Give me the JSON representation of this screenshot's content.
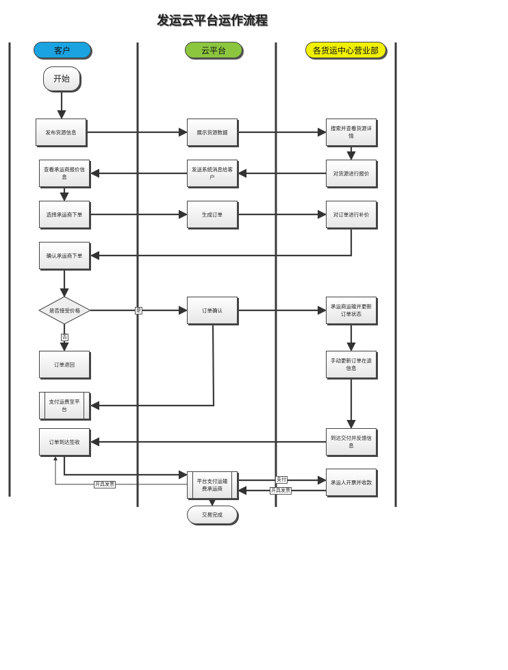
{
  "title": "发运云平台运作流程",
  "lanes": [
    {
      "label": "客户",
      "color": "#1aa3e0"
    },
    {
      "label": "云平台",
      "color": "#8cc63f"
    },
    {
      "label": "各货运中心营业部",
      "color": "#f0f000"
    }
  ],
  "nodes": {
    "start": "开始",
    "publish": "发布货源信息",
    "show": "展示货源数据",
    "search": "搜索并查看货源详情",
    "quote": "对货源进行报价",
    "notify": "发送系统消息给客户",
    "view_quotes": "查看承运商报价信息",
    "select": "选择承运商下单",
    "create_order": "生成订单",
    "supplement": "对订单进行补价",
    "confirm_carrier": "确认承运商下单",
    "decision": "是否接受价格",
    "order_confirm": "订单确认",
    "transport": "承运商运输并更新订单状态",
    "return": "订单退回",
    "manual_update": "手动更新订单在途信息",
    "pay_platform": "支付运费至平台",
    "arrive_sign": "订单到达签收",
    "deliver": "到达交付并反馈信息",
    "platform_pay": "平台支付运输费承运商",
    "invoice_collect": "承运人开票并收款",
    "end": "交易完成"
  },
  "edge_labels": {
    "yes": "是",
    "no": "否",
    "invoice_left": "开具发票",
    "pay": "支付",
    "invoice_right": "开具发票"
  }
}
